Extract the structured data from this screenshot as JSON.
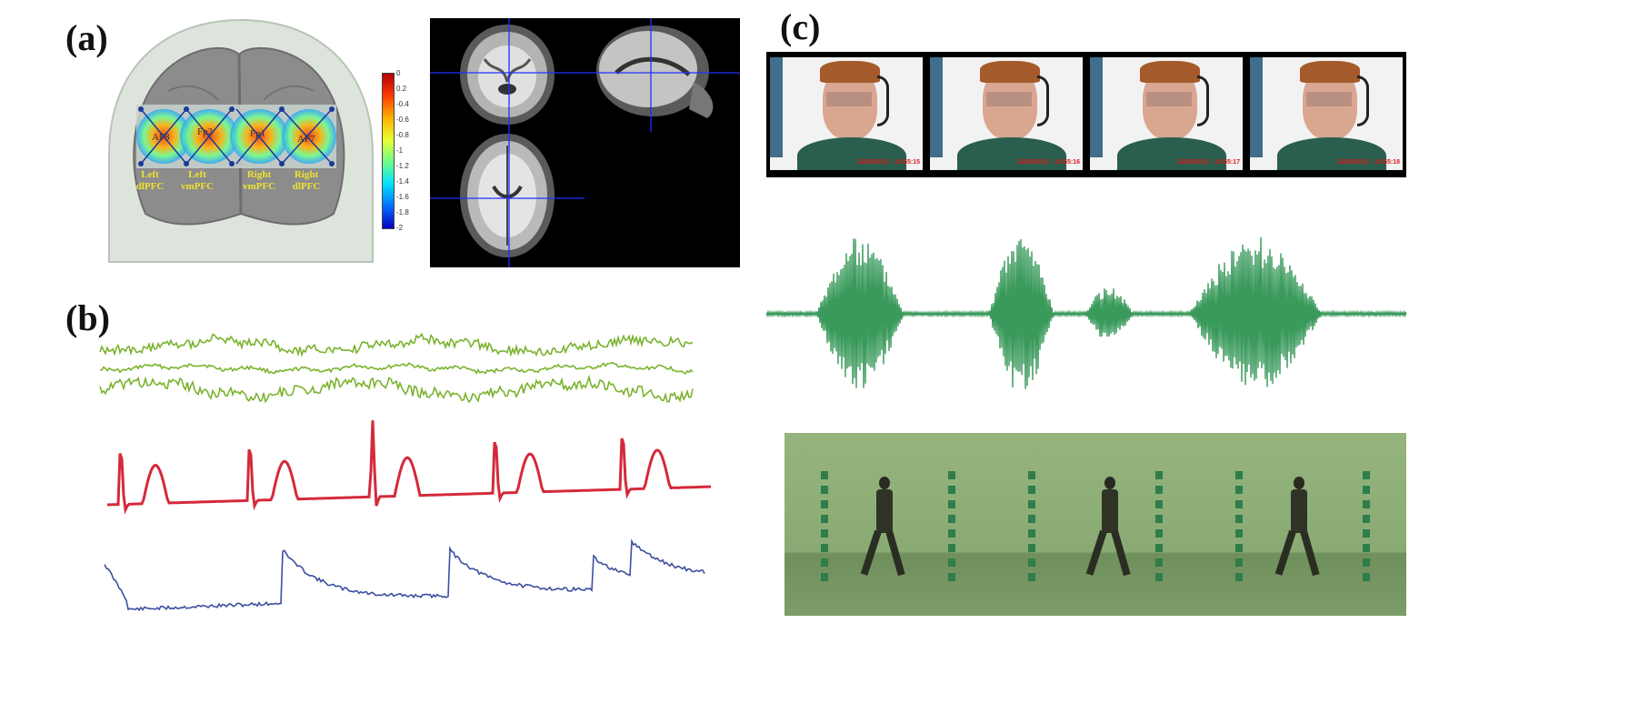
{
  "panels": {
    "a": {
      "label": "(a)",
      "head_regions": [
        {
          "label": "Left\ndlPFC"
        },
        {
          "label": "Left\nvmPFC"
        },
        {
          "label": "Right\nvmPFC"
        },
        {
          "label": "Right\ndlPFC"
        }
      ],
      "channels": [
        "AF8",
        "Fp2",
        "Fp1",
        "AF7"
      ],
      "colorbar": {
        "ticks": [
          "0",
          "0.2",
          "-0.4",
          "-0.6",
          "-0.8",
          "-1",
          "-1.2",
          "-1.4",
          "-1.6",
          "-1.8",
          "-2"
        ],
        "colors": [
          "#b40000",
          "#ff3a00",
          "#ffb000",
          "#e8ff30",
          "#6fff8a",
          "#00e0ff",
          "#0070ff",
          "#0000c0"
        ]
      },
      "mri_views": [
        "coronal",
        "sagittal",
        "axial"
      ]
    },
    "b": {
      "label": "(b)",
      "signals": [
        {
          "name": "eeg",
          "color": "#7ab32e"
        },
        {
          "name": "ecg",
          "color": "#d42a3a"
        },
        {
          "name": "eda",
          "color": "#3f4fa0"
        }
      ]
    },
    "c": {
      "label": "(c)",
      "video_timestamps": [
        "22/06/2011 - 10:55:15",
        "22/06/2011 - 10:55:16",
        "22/06/2011 - 10:55:17",
        "22/06/2011 - 10:55:18"
      ],
      "audio_color": "#3a9a5b",
      "gait_frames": 3
    }
  }
}
